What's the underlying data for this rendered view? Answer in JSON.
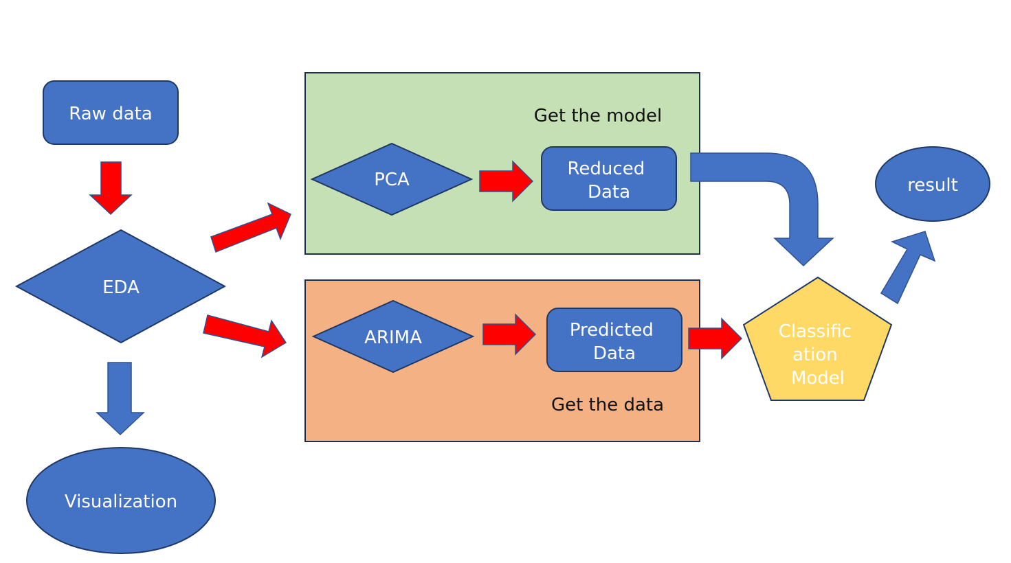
{
  "colors": {
    "node_fill": "#4472c4",
    "node_stroke": "#2f528f",
    "arrow_red": "#ff0000",
    "arrow_blue": "#4472c4",
    "group_model_fill": "#c5e0b4",
    "group_data_fill": "#f4b183",
    "classifier_fill": "#ffd966"
  },
  "nodes": {
    "raw_data": "Raw data",
    "eda": "EDA",
    "visualization": "Visualization",
    "pca": "PCA",
    "reduced_data": [
      "Reduced",
      "Data"
    ],
    "arima": "ARIMA",
    "predicted_data": [
      "Predicted",
      "Data"
    ],
    "classification_model": [
      "Classific",
      "ation",
      "Model"
    ],
    "result": "result"
  },
  "groups": {
    "model_caption": "Get the model",
    "data_caption": "Get the data"
  }
}
